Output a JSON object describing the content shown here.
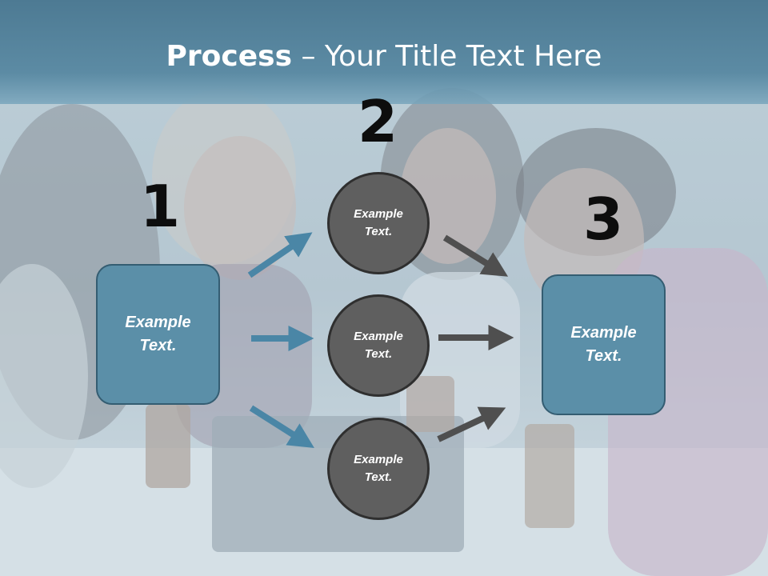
{
  "title": {
    "bold": "Process",
    "separator": " – ",
    "rest": "Your Title Text Here"
  },
  "steps": [
    {
      "number": "1",
      "box_text": "Example Text."
    },
    {
      "number": "2",
      "circles": [
        "Example Text.",
        "Example Text.",
        "Example Text."
      ]
    },
    {
      "number": "3",
      "box_text": "Example Text."
    }
  ],
  "colors": {
    "title_band": "#4d7a93",
    "box_fill": "#5b8fa8",
    "circle_fill": "#5f5f5f",
    "arrow_blue": "#4a86a6",
    "arrow_gray": "#4f4f4f",
    "number": "#0d0d0d"
  },
  "background_image": "photo of four friends at a cafe looking at a laptop with milkshakes"
}
